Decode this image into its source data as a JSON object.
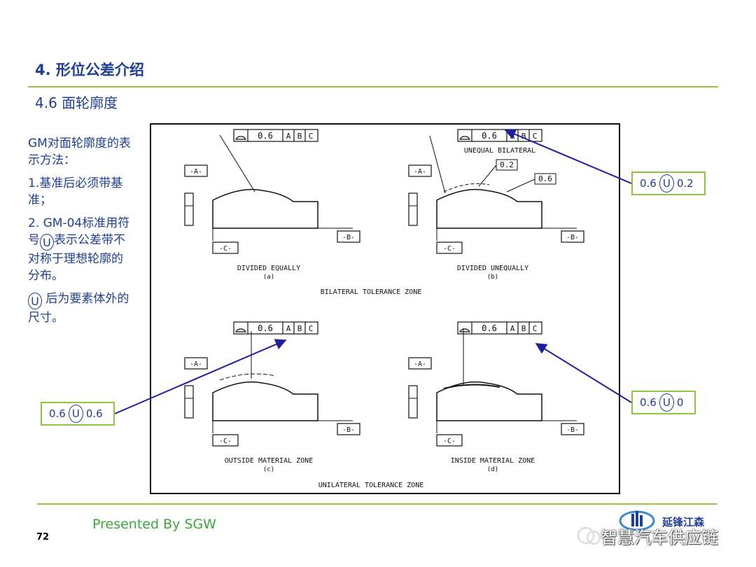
{
  "header": {
    "title": "4. 形位公差介绍",
    "subtitle": "4.6 面轮廓度"
  },
  "description": {
    "p1": "GM对面轮廓度的表示方法：",
    "p2": "1.基准后必须带基准；",
    "p3_before": "2. GM-04标准用符号",
    "p3_symbol": "U",
    "p3_after": "表示公差带不对称于理想轮廓的分布。",
    "p4_symbol": "U",
    "p4_after": " 后为要素体外的尺寸。"
  },
  "figure": {
    "panels": [
      {
        "tol": "0.6",
        "datums": [
          "A",
          "B",
          "C"
        ],
        "caption": "DIVIDED EQUALLY",
        "letter": "(a)"
      },
      {
        "tol": "0.6",
        "datums": [
          "A",
          "B",
          "C"
        ],
        "caption": "DIVIDED UNEQUALLY",
        "letter": "(b)",
        "note": "UNEQUAL BILATERAL",
        "values": [
          "0.2",
          "0.6"
        ]
      },
      {
        "tol": "0.6",
        "datums": [
          "A",
          "B",
          "C"
        ],
        "caption": "OUTSIDE MATERIAL ZONE",
        "letter": "(c)"
      },
      {
        "tol": "0.6",
        "datums": [
          "A",
          "B",
          "C"
        ],
        "caption": "INSIDE MATERIAL ZONE",
        "letter": "(d)"
      }
    ],
    "labels": {
      "a": "-A-",
      "b": "-B-",
      "c": "-C-"
    },
    "zone_top": "BILATERAL TOLERANCE ZONE",
    "zone_bottom": "UNILATERAL TOLERANCE ZONE"
  },
  "callouts": {
    "a": {
      "left": "0.6",
      "sym": "U",
      "right": "0.2"
    },
    "b": {
      "left": "0.6",
      "sym": "U",
      "right": "0"
    },
    "c": {
      "left": "0.6",
      "sym": "U",
      "right": "0.6"
    }
  },
  "footer": {
    "presented": "Presented By SGW",
    "page": "72",
    "brand": "延锋江森",
    "watermark": "智慧汽车供应链"
  },
  "colors": {
    "title": "#1f3f97",
    "rule": "#9bc43c",
    "callout_border": "#8ec63f",
    "arrow": "#1f1fa0",
    "footer_text": "#39a935"
  }
}
